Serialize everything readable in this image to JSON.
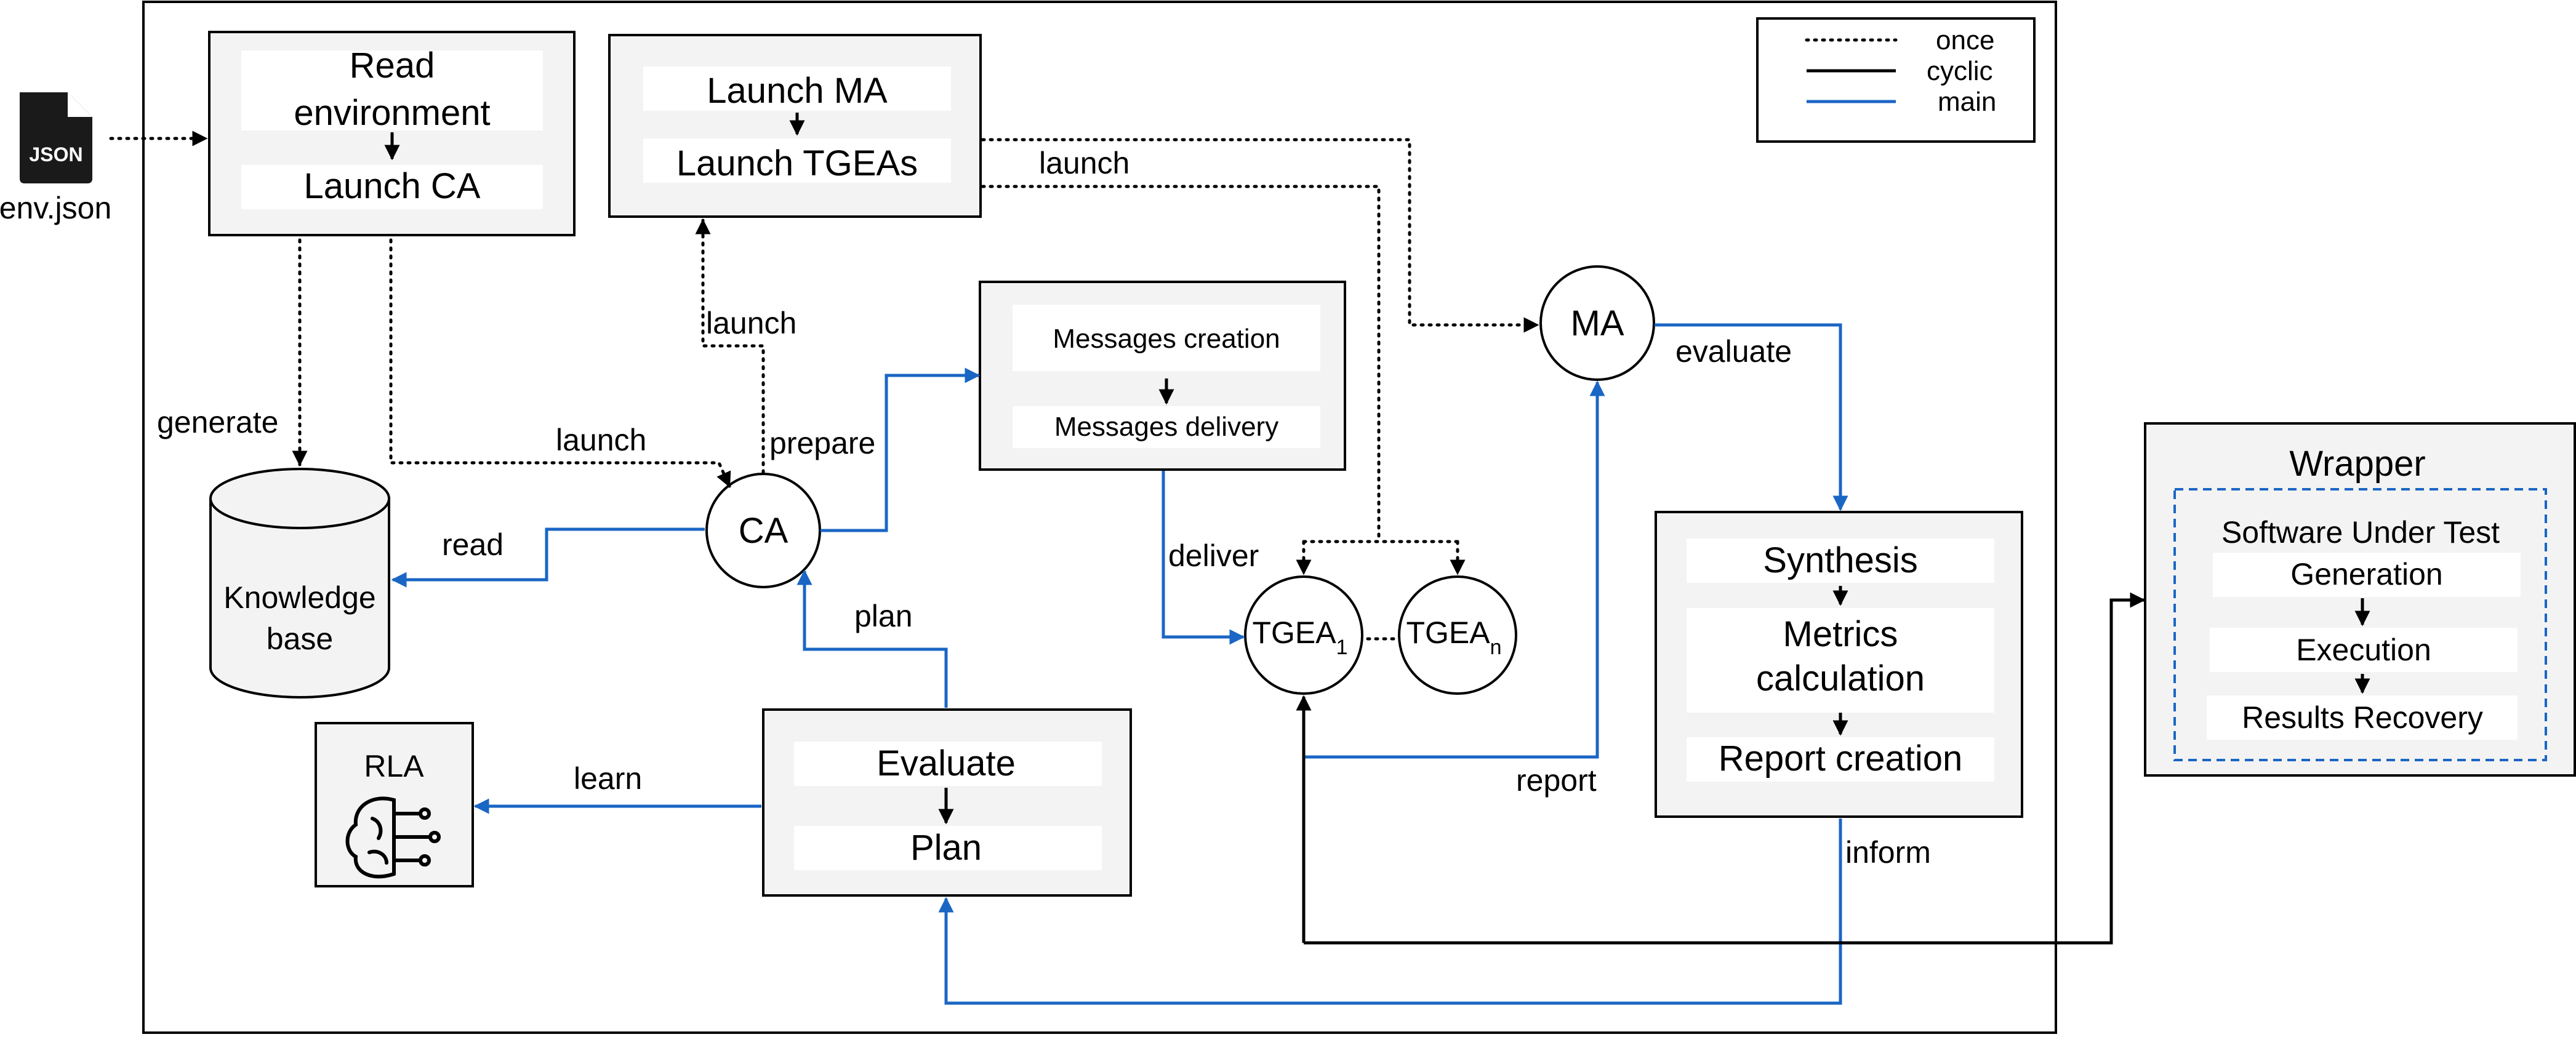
{
  "file_icon": {
    "badge": "JSON",
    "name": "env.json"
  },
  "legend": {
    "once": "once",
    "cyclic": "cyclic",
    "main": "main"
  },
  "read_env_box": {
    "line1": "Read",
    "line2": "environment",
    "step2": "Launch CA"
  },
  "launch_ma_box": {
    "step1": "Launch MA",
    "step2": "Launch TGEAs"
  },
  "messages_box": {
    "step1": "Messages creation",
    "step2": "Messages delivery"
  },
  "eval_plan_box": {
    "step1": "Evaluate",
    "step2": "Plan"
  },
  "report_box": {
    "step1": "Synthesis",
    "step2_line1": "Metrics",
    "step2_line2": "calculation",
    "step3": "Report creation"
  },
  "wrapper_box": {
    "title": "Wrapper",
    "step1_line1": "Software Under Test",
    "step1_line2": "Generation",
    "step2": "Execution",
    "step3": "Results Recovery"
  },
  "nodes": {
    "ca": "CA",
    "ma": "MA",
    "tgea1_base": "TGEA",
    "tgea1_sub": "1",
    "tgean_base": "TGEA",
    "tgean_sub": "n"
  },
  "knowledge_base": {
    "line1": "Knowledge",
    "line2": "base"
  },
  "rla": {
    "label": "RLA",
    "icon": "brain-circuit-icon"
  },
  "edge_labels": {
    "generate": "generate",
    "launch_ca": "launch",
    "launch_ma": "launch",
    "launch_tgea": "launch",
    "read": "read",
    "prepare": "prepare",
    "plan": "plan",
    "learn": "learn",
    "deliver": "deliver",
    "evaluate": "evaluate",
    "report": "report",
    "inform": "inform"
  },
  "colors": {
    "main_edge": "#1a66c4",
    "box_fill": "#f3f3f3",
    "wrapper_dash": "#1a66c4"
  }
}
